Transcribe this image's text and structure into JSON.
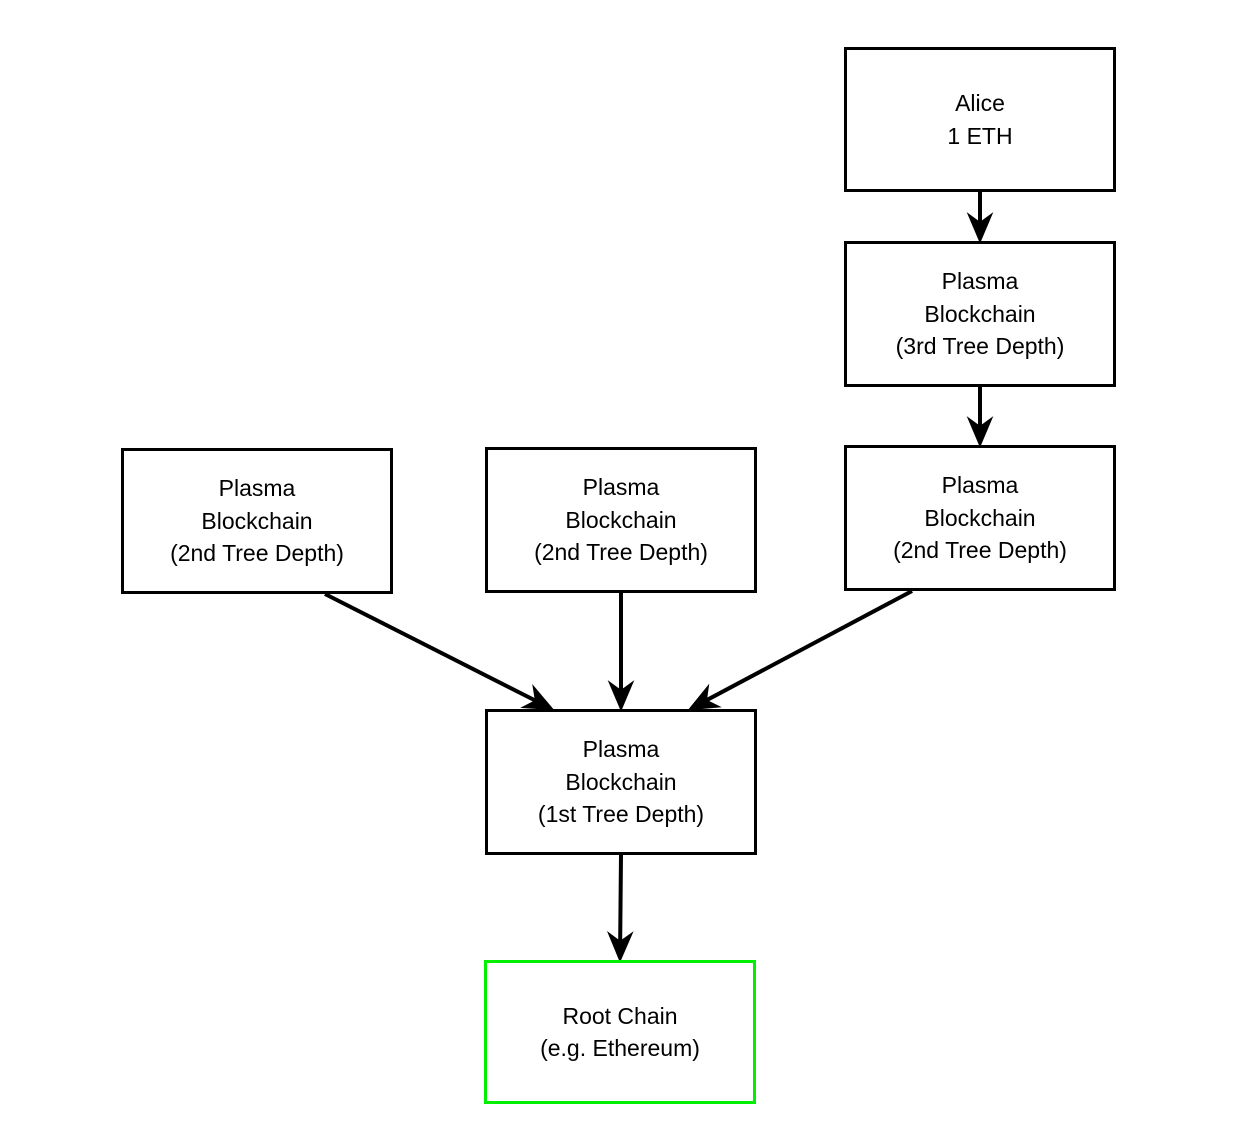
{
  "colors": {
    "node_border": "#000000",
    "root_border": "#00ee00",
    "edge": "#000000",
    "background": "#ffffff"
  },
  "nodes": {
    "alice": {
      "lines": [
        "Alice",
        "1 ETH"
      ]
    },
    "depth3": {
      "lines": [
        "Plasma",
        "Blockchain",
        "(3rd Tree Depth)"
      ]
    },
    "depth2_left": {
      "lines": [
        "Plasma",
        "Blockchain",
        "(2nd Tree Depth)"
      ]
    },
    "depth2_middle": {
      "lines": [
        "Plasma",
        "Blockchain",
        "(2nd Tree Depth)"
      ]
    },
    "depth2_right": {
      "lines": [
        "Plasma",
        "Blockchain",
        "(2nd Tree Depth)"
      ]
    },
    "depth1": {
      "lines": [
        "Plasma",
        "Blockchain",
        "(1st Tree Depth)"
      ]
    },
    "root": {
      "lines": [
        "Root Chain",
        "(e.g. Ethereum)"
      ]
    }
  },
  "edges": [
    {
      "from": "alice",
      "to": "depth3"
    },
    {
      "from": "depth3",
      "to": "depth2_right"
    },
    {
      "from": "depth2_left",
      "to": "depth1"
    },
    {
      "from": "depth2_middle",
      "to": "depth1"
    },
    {
      "from": "depth2_right",
      "to": "depth1"
    },
    {
      "from": "depth1",
      "to": "root"
    }
  ]
}
